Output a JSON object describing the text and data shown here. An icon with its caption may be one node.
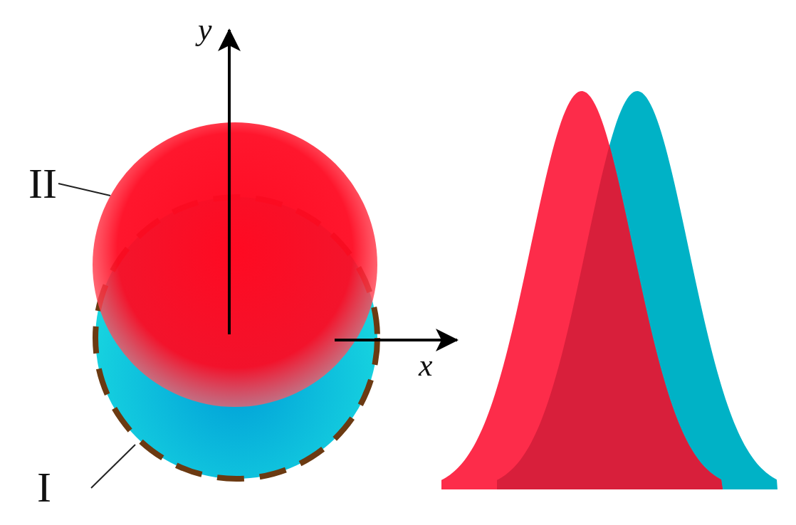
{
  "diagram": {
    "nodes": [
      {
        "text": [
          "II"
        ]
      },
      {
        "text": [],
        "shape": "circle"
      },
      {
        "text": [
          "I"
        ]
      },
      {
        "text": [],
        "shape": "circle"
      }
    ],
    "edges": [
      {
        "from": 0,
        "to": 1,
        "arrow": "none"
      },
      {
        "from": 2,
        "to": 3,
        "arrow": "none"
      }
    ],
    "labels": [
      "y",
      "x"
    ]
  }
}
